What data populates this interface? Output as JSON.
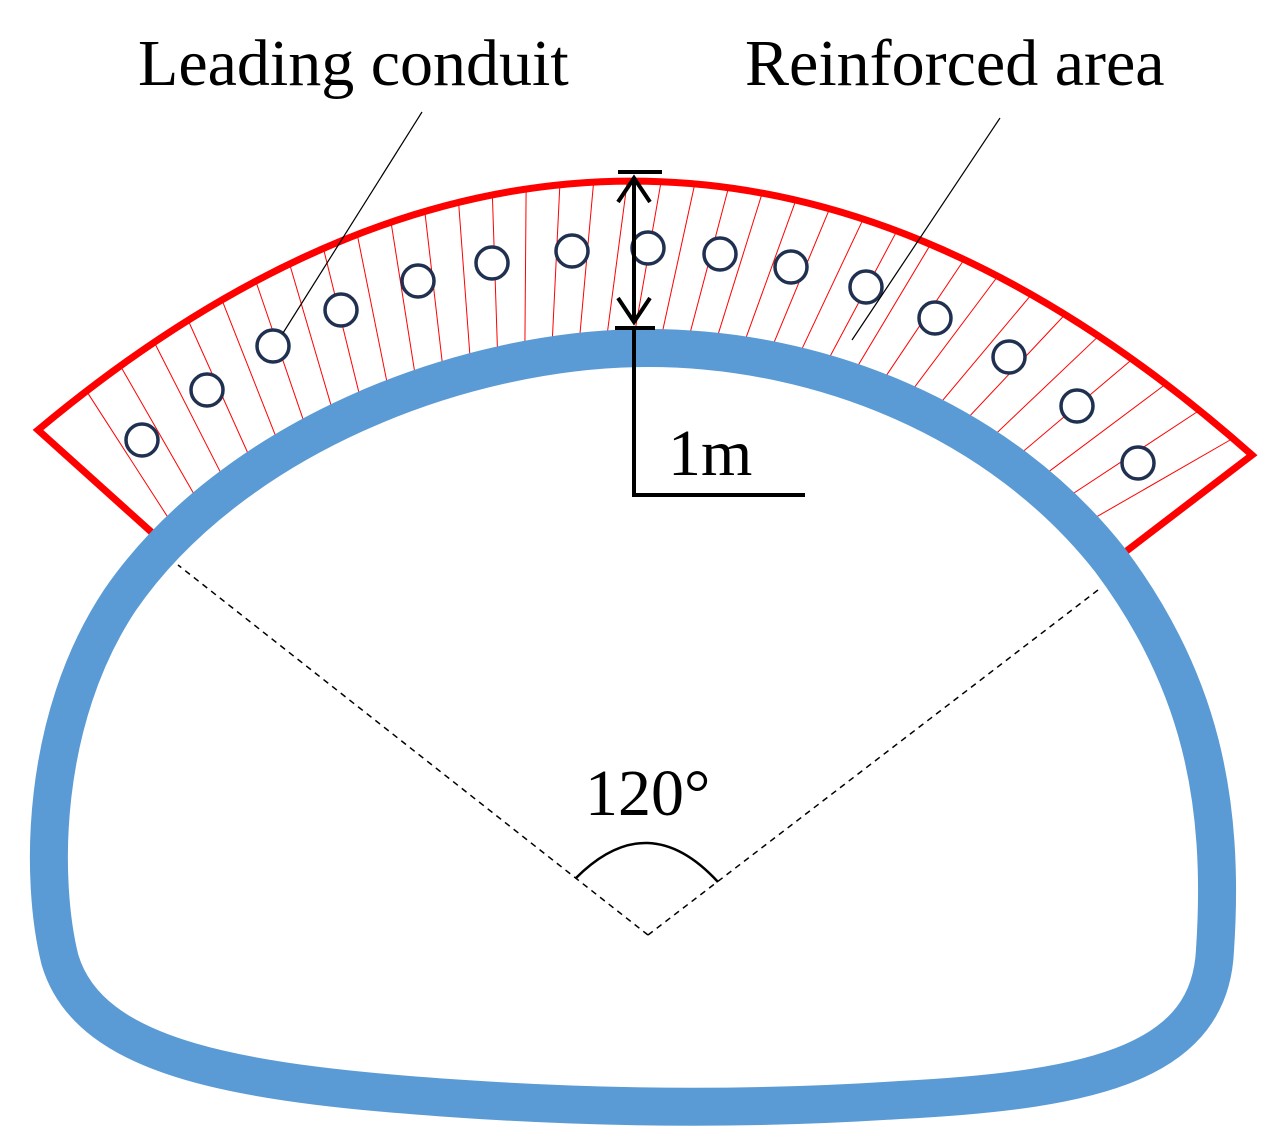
{
  "labels": {
    "leading_conduit": "Leading conduit",
    "reinforced_area": "Reinforced area",
    "thickness": "1m",
    "angle": "120°"
  },
  "colors": {
    "lining": "#5b9bd5",
    "reinforced_outline": "#ff0000",
    "hatch": "#ff0000",
    "conduit": "#1f3050",
    "annotation": "#000000",
    "background": "#ffffff"
  },
  "values": {
    "reinforced_thickness_m": 1,
    "reinforced_angle_deg": 120,
    "conduit_count": 15
  }
}
